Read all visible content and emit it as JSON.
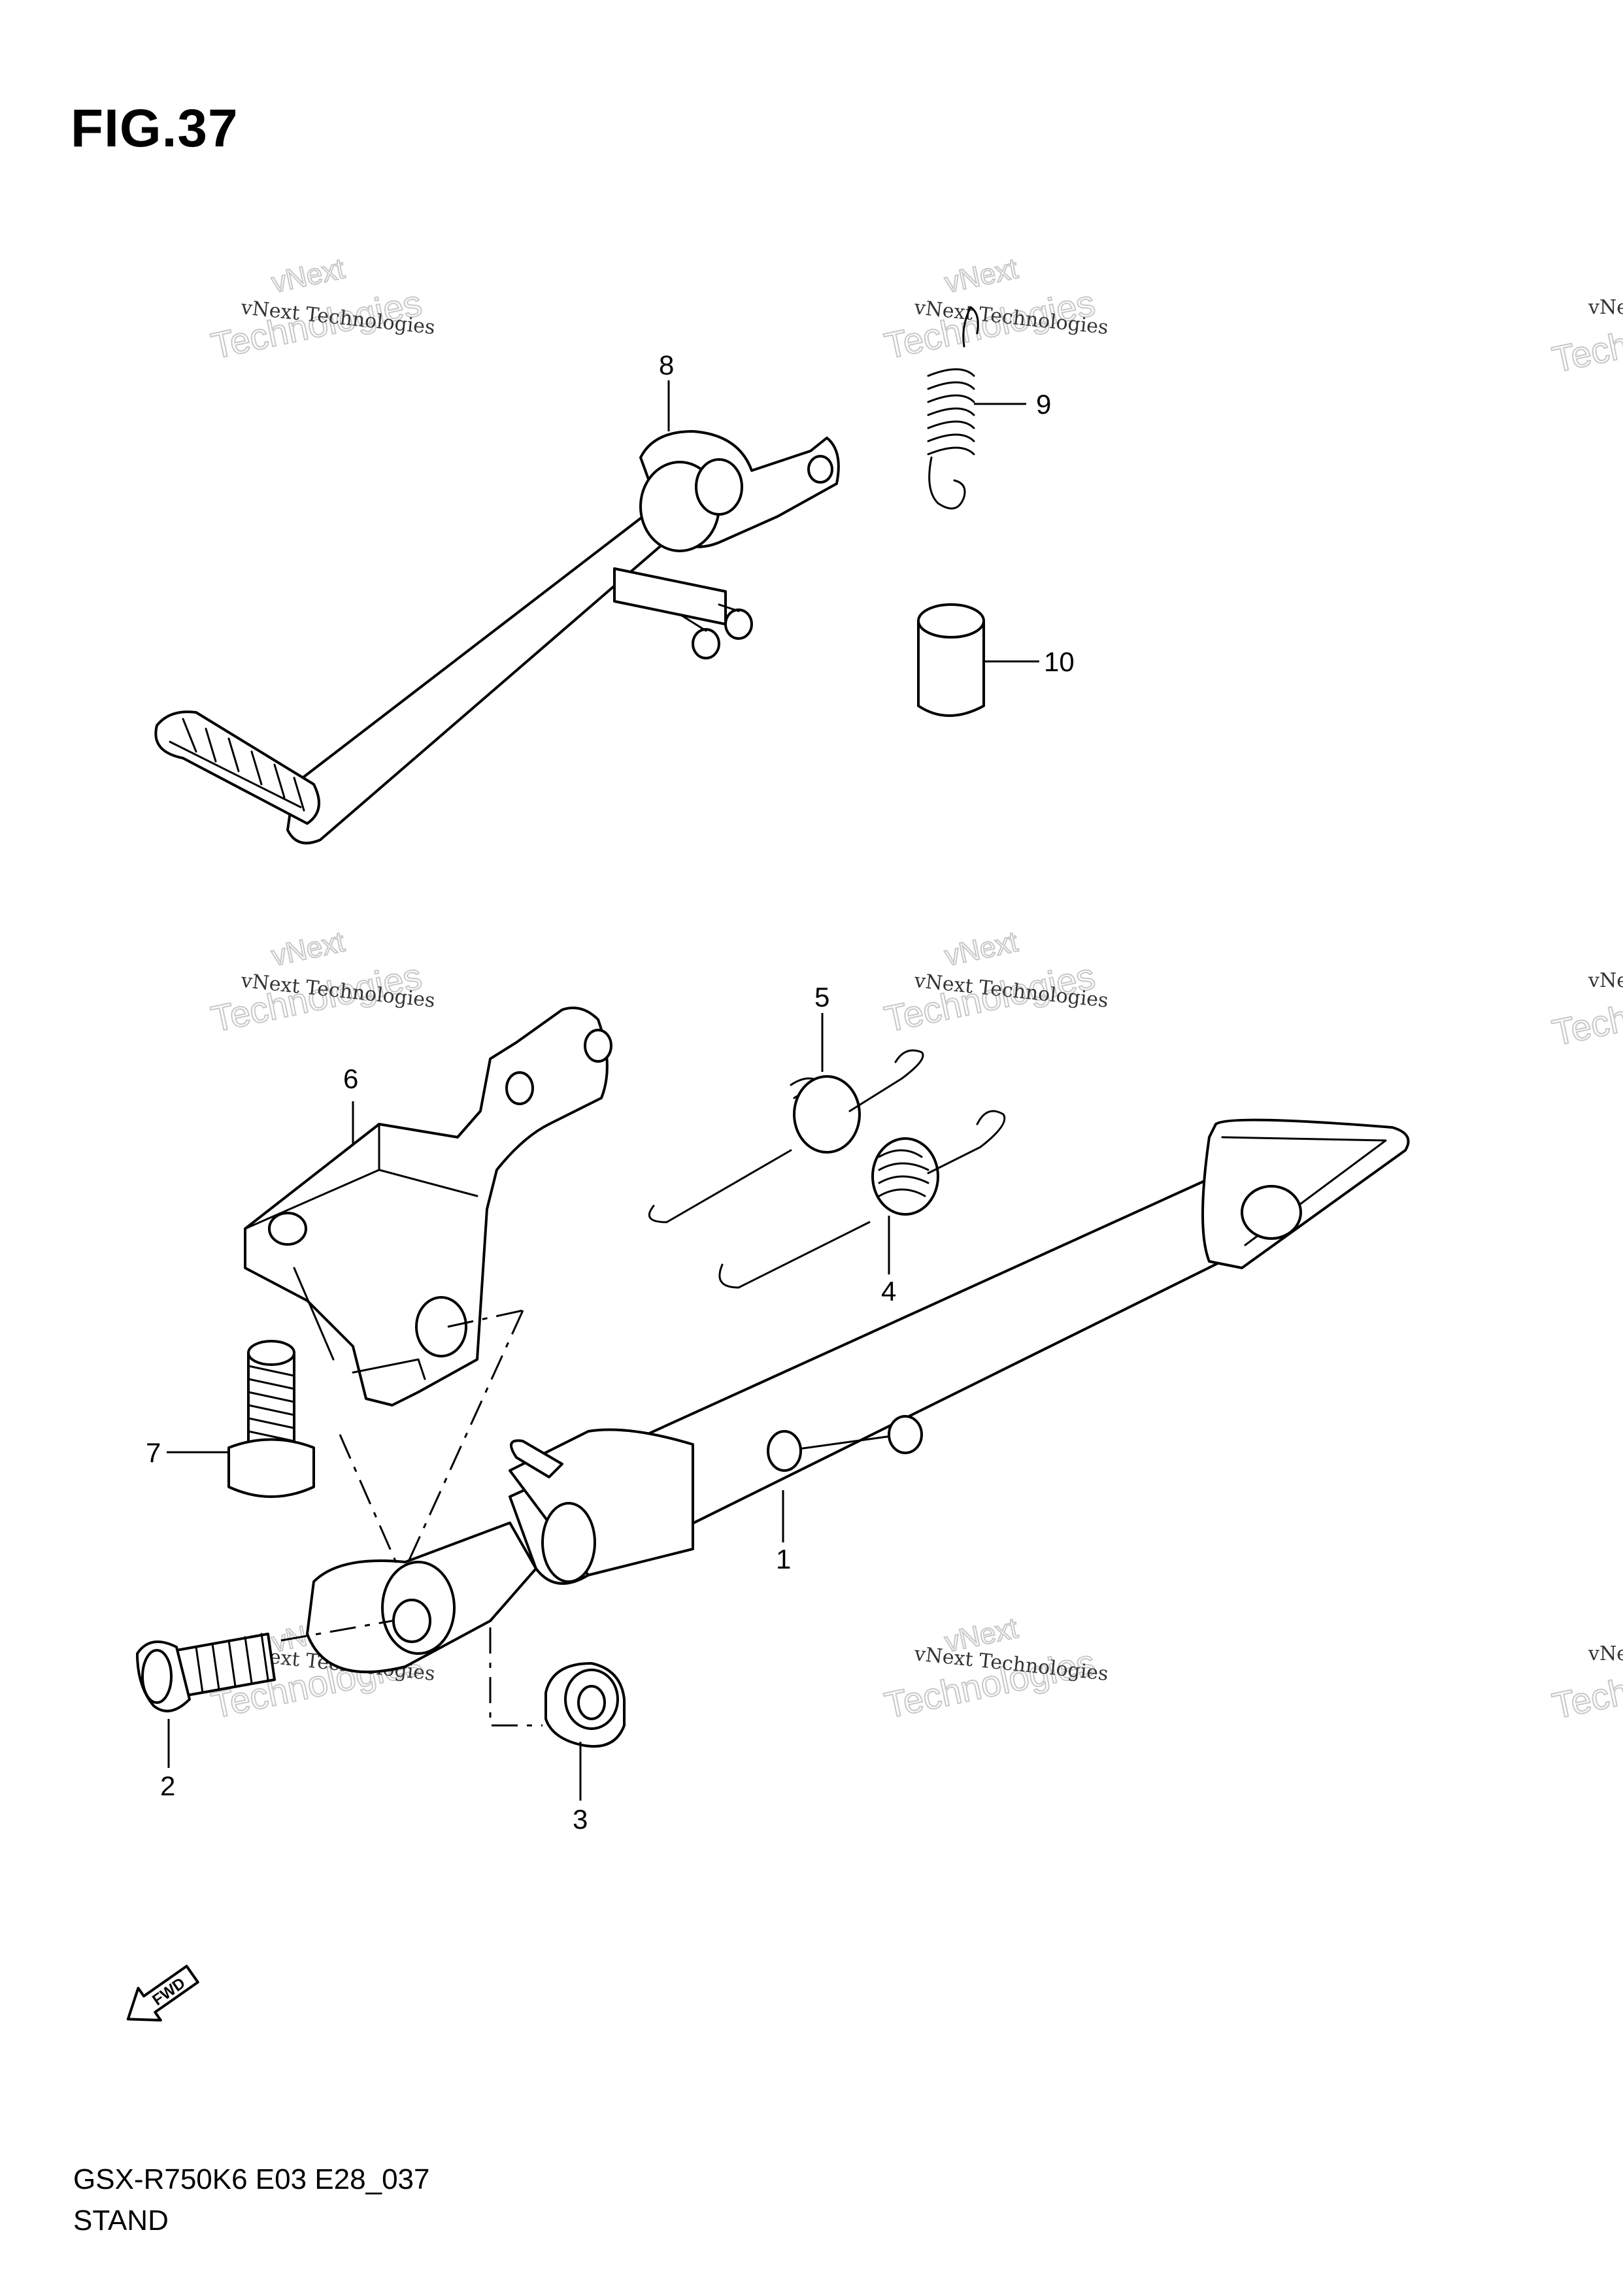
{
  "figure": {
    "title": "FIG.37",
    "code": "GSX-R750K6 E03 E28_037",
    "name": "STAND"
  },
  "callouts": [
    {
      "id": "1",
      "label": "1"
    },
    {
      "id": "2",
      "label": "2"
    },
    {
      "id": "3",
      "label": "3"
    },
    {
      "id": "4",
      "label": "4"
    },
    {
      "id": "5",
      "label": "5"
    },
    {
      "id": "6",
      "label": "6"
    },
    {
      "id": "7",
      "label": "7"
    },
    {
      "id": "8",
      "label": "8"
    },
    {
      "id": "9",
      "label": "9"
    },
    {
      "id": "10",
      "label": "10"
    }
  ],
  "watermark": {
    "small": "vNext Technologies",
    "big": "Technologies",
    "top": "vNext"
  },
  "fwd_badge": "FWD"
}
